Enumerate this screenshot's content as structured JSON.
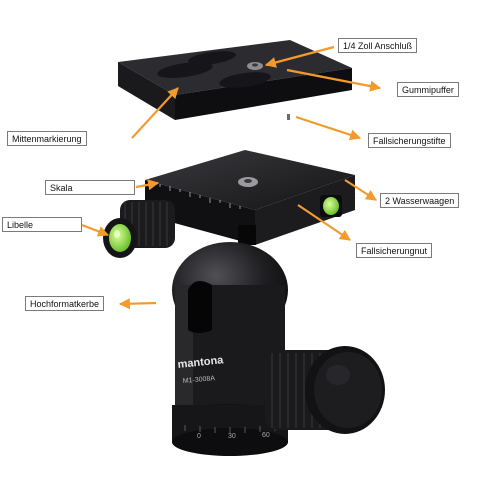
{
  "callouts": {
    "thread": "1/4 Zoll Anschluß",
    "rubber": "Gummipuffer",
    "center_mark": "Mittenmarkierung",
    "safety_pins": "Fallsicherungstifte",
    "scale": "Skala",
    "two_levels": "2 Wasserwaagen",
    "bubble_level": "Libelle",
    "safety_groove": "Fallsicherungnut",
    "portrait_notch": "Hochformatkerbe"
  },
  "product": {
    "brand": "mantona",
    "model": "M1-3008A",
    "dial_marks": [
      "0",
      "30",
      "60"
    ]
  },
  "colors": {
    "arrow": "#f39a2e",
    "metal": "#1c1c1e",
    "bubble": "#8fe03a"
  }
}
